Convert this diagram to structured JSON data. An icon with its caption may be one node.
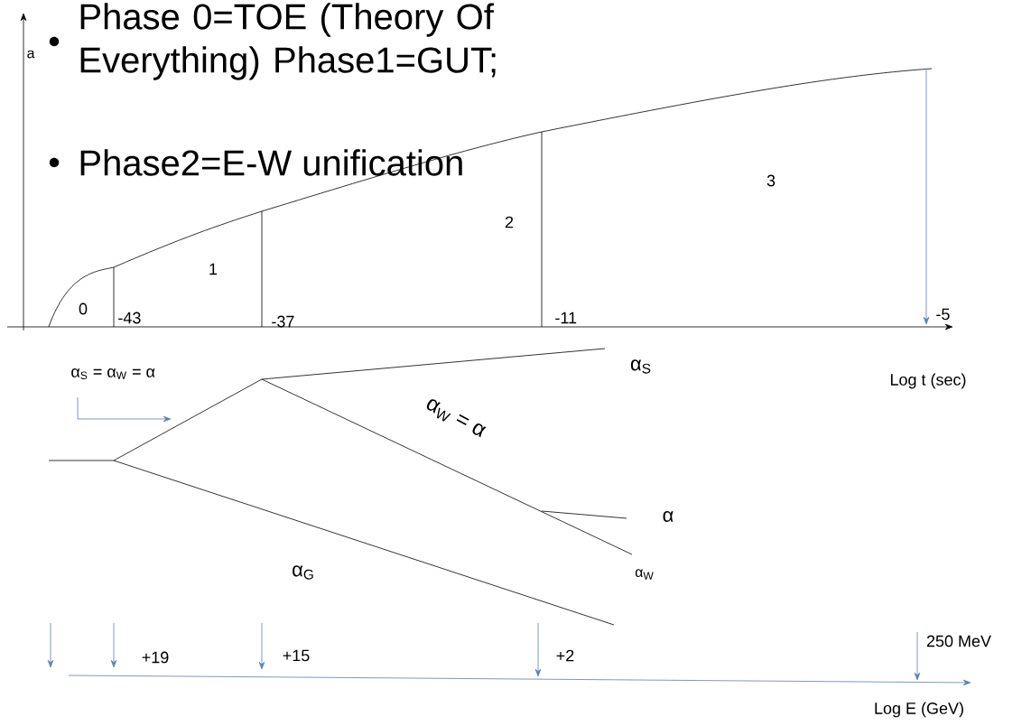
{
  "diagram": {
    "labels": [
      "a",
      "Phase 0=TOE (Theory Of Everything) Phase1=GUT;",
      "Phase2=E-W unification",
      "0",
      "-43",
      "1",
      "-37",
      "2",
      "-11",
      "3",
      "-5",
      "α$_{S}$ =  α$_{W}$ = α",
      "α$_{S}$",
      "Log t (sec)",
      "α$_{W}$ = α",
      "α",
      "α$_{W}$",
      "α$_{G}$",
      "250 MeV",
      "+19",
      "+15",
      "+2",
      "Log E (GeV)"
    ]
  }
}
